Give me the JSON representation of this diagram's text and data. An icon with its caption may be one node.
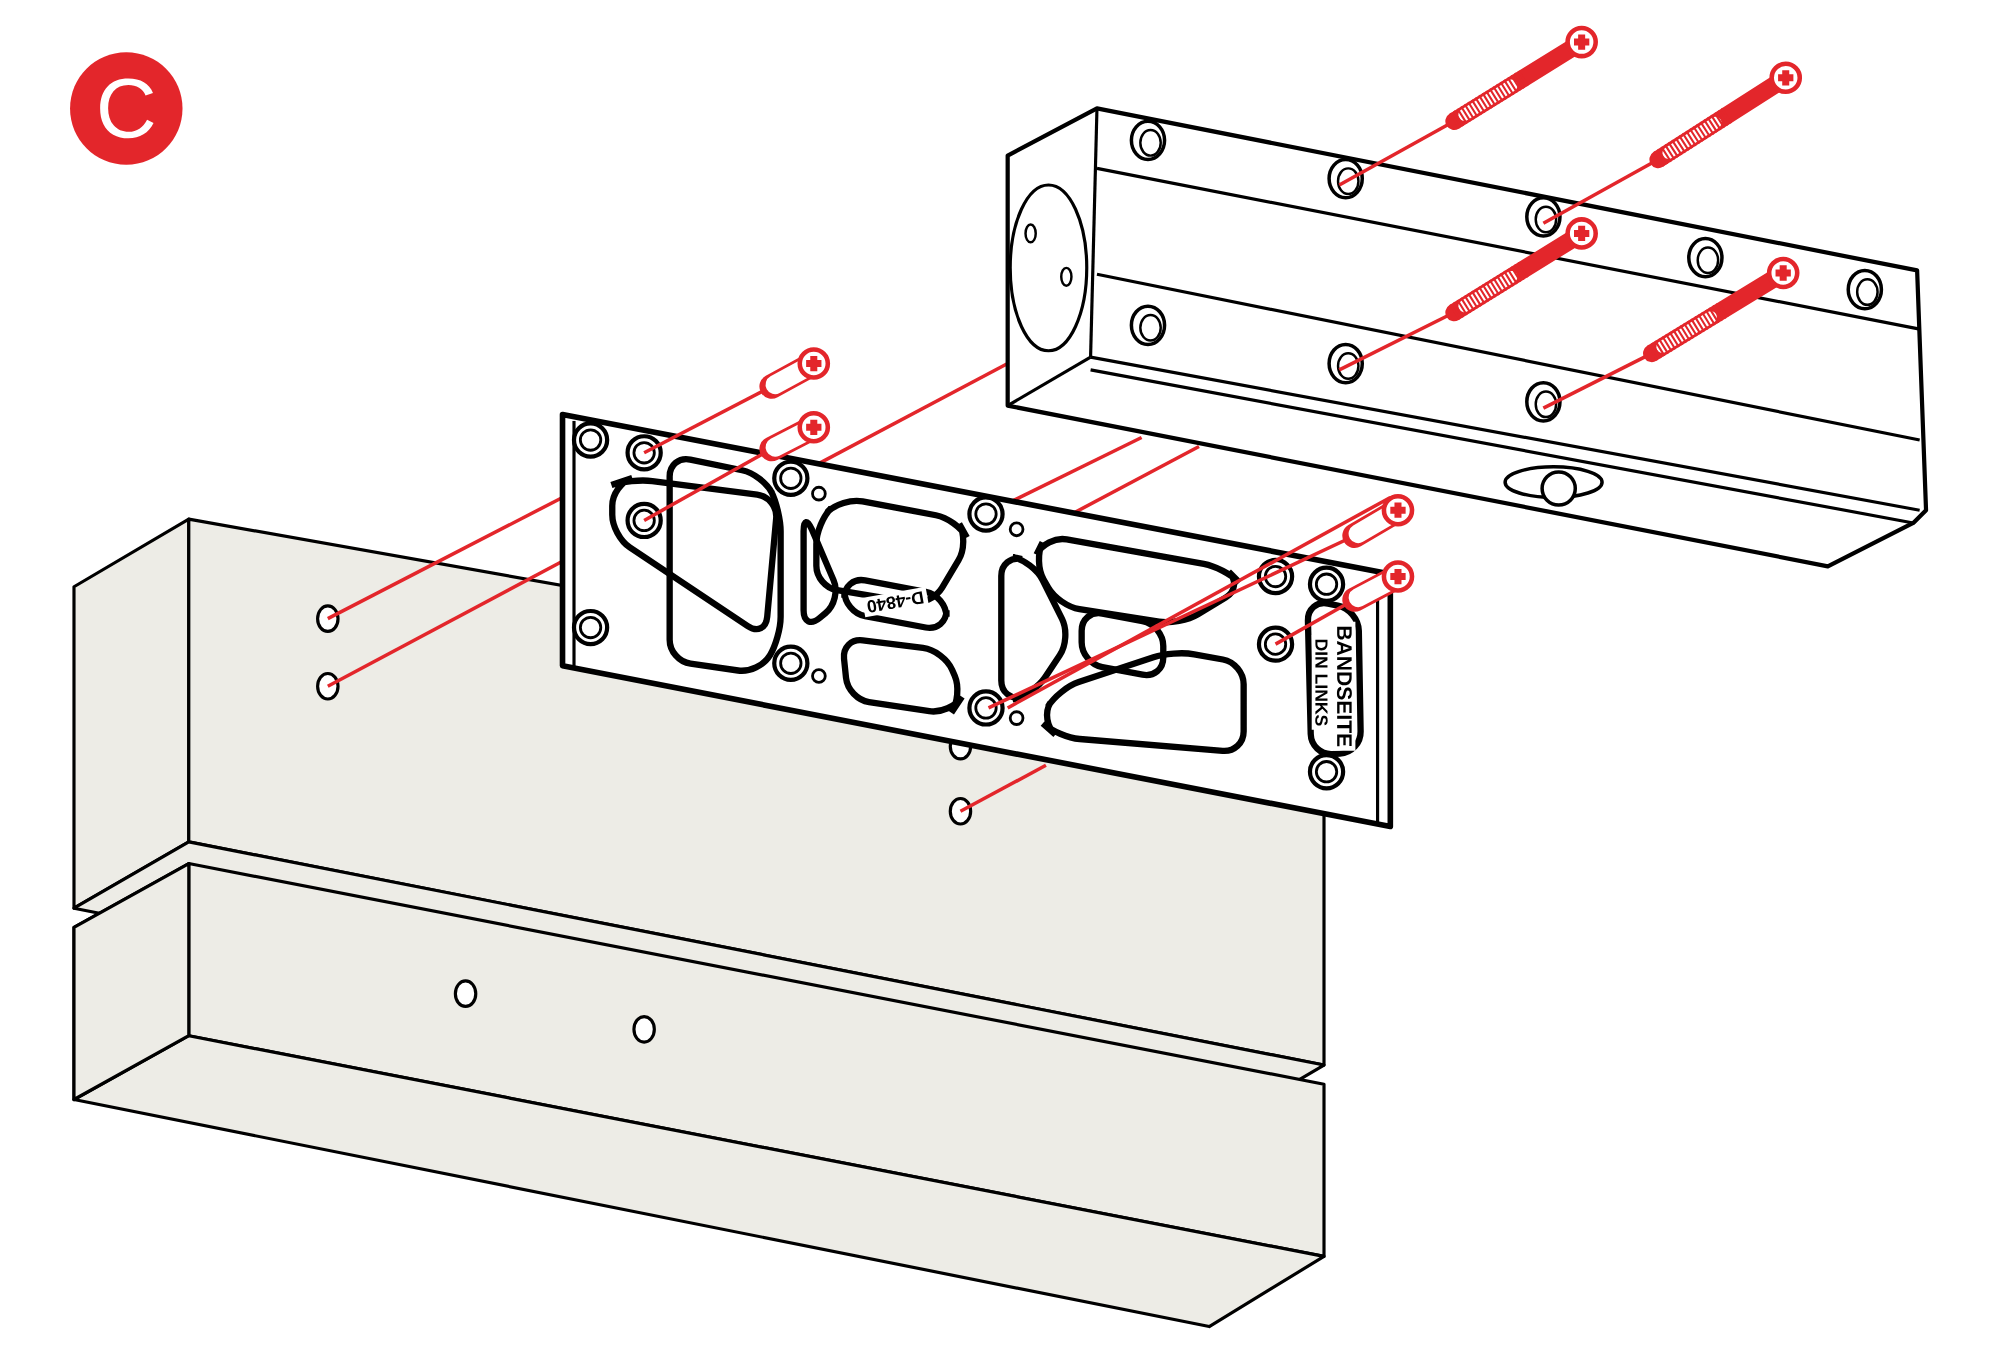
{
  "diagram": {
    "nodes": [
      {
        "text": [
          "C"
        ]
      }
    ],
    "labels": [
      "BANDSEITE",
      "DIN LINKS",
      "D-4840"
    ]
  }
}
